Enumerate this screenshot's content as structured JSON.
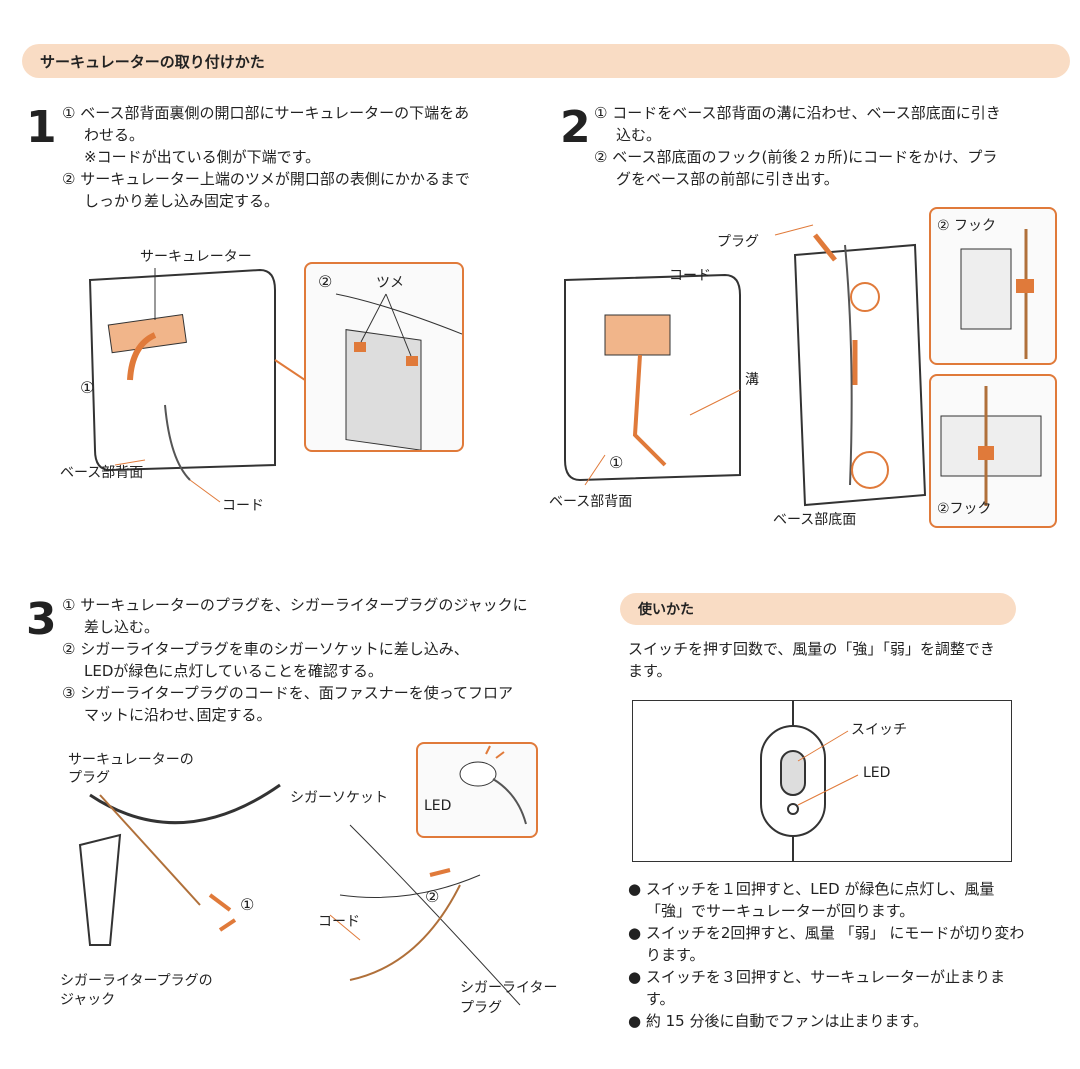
{
  "header": {
    "title": "サーキュレーターの取り付けかた"
  },
  "step1": {
    "num": "1",
    "lines": [
      "① ベース部背面裏側の開口部にサーキュレーターの下端をあ",
      "わせる。",
      "※コードが出ている側が下端です。",
      "② サーキュレーター上端のツメが開口部の表側にかかるまで",
      "しっかり差し込み固定する。"
    ],
    "labels": {
      "circulator": "サーキュレーター",
      "circle1": "①",
      "circle2": "②",
      "tab": "ツメ",
      "base_back": "ベース部背面",
      "cord": "コード"
    }
  },
  "step2": {
    "num": "2",
    "lines": [
      "① コードをベース部背面の溝に沿わせ、ベース部底面に引き",
      "込む。",
      "② ベース部底面のフック(前後２ヵ所)にコードをかけ、プラ",
      "グをベース部の前部に引き出す。"
    ],
    "labels": {
      "plug": "プラグ",
      "cord": "コード",
      "groove": "溝",
      "circle1": "①",
      "base_back": "ベース部背面",
      "base_bottom": "ベース部底面",
      "hook_top": "② フック",
      "hook_bottom": "②フック"
    }
  },
  "step3": {
    "num": "3",
    "lines": [
      "① サーキュレーターのプラグを、シガーライタープラグのジャックに",
      "差し込む。",
      "② シガーライタープラグを車のシガーソケットに差し込み、",
      "LEDが緑色に点灯していることを確認する。",
      "③ シガーライタープラグのコードを、面ファスナーを使ってフロア",
      "マットに沿わせ､固定する。"
    ],
    "labels": {
      "circ_plug_1": "サーキュレーターの",
      "circ_plug_2": "プラグ",
      "circle1": "①",
      "jack_1": "シガーライタープラグの",
      "jack_2": "ジャック",
      "socket": "シガーソケット",
      "led": "LED",
      "circle2": "②",
      "cord": "コード",
      "cig_plug_1": "シガーライター",
      "cig_plug_2": "プラグ"
    }
  },
  "usage": {
    "title": "使いかた",
    "intro": [
      "スイッチを押す回数で、風量の「強」「弱」を調整でき",
      "ます。"
    ],
    "switch_label": "スイッチ",
    "led_label": "LED",
    "bullets": [
      "スイッチを１回押すと、LED が緑色に点灯し、風量「強」でサーキュレーターが回ります。",
      "スイッチを2回押すと、風量 「弱」 にモードが切り変わります。",
      "スイッチを３回押すと、サーキュレーターが止まります。",
      "約 15 分後に自動でファンは止まります。"
    ]
  },
  "colors": {
    "accent": "#e07a3a",
    "banner": "#f9dcc4"
  }
}
